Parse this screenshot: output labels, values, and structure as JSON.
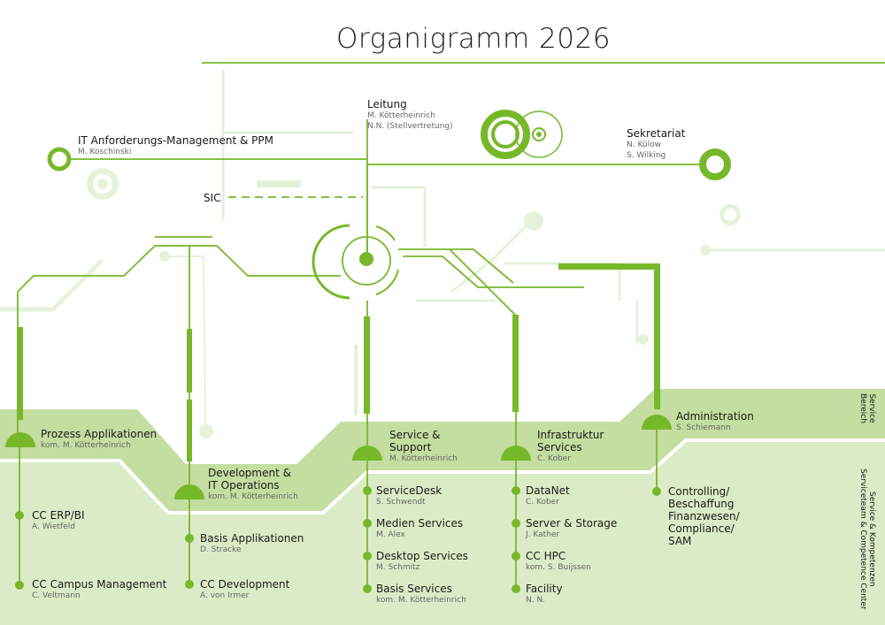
{
  "title": "Organigramm 2026",
  "colors": {
    "accent": "#76b82a",
    "band_dark": "#c3dea0",
    "band_light": "#dcebc7",
    "faint": "#e6f1d9"
  },
  "leitung": {
    "title": "Leitung",
    "people": [
      "M. Kötterheinrich",
      "N.N. (Stellvertretung)"
    ]
  },
  "sekretariat": {
    "title": "Sekretariat",
    "people": [
      "N. Külow",
      "S. Wilking"
    ]
  },
  "anforderung": {
    "title": "IT Anforderungs-Management & PPM",
    "people": [
      "M. Koschinski"
    ]
  },
  "sic": "SIC",
  "bands": {
    "service": {
      "label": [
        "Service",
        "Bereich"
      ]
    },
    "kompetenz": {
      "label": [
        "Service & Kompetenzen",
        "Serviceteam & Competence Center"
      ]
    }
  },
  "departments": [
    {
      "id": "prozess",
      "title": [
        "Prozess Applikationen"
      ],
      "lead": "kom. M. Kötterheinrich",
      "units": [
        {
          "name": "CC ERP/BI",
          "person": "A. Wietfeld"
        },
        {
          "name": "CC Campus Management",
          "person": "C. Veltmann"
        }
      ]
    },
    {
      "id": "development",
      "title": [
        "Development &",
        "IT Operations"
      ],
      "lead": "kom. M. Kötterheinrich",
      "units": [
        {
          "name": "Basis Applikationen",
          "person": "D. Stracke"
        },
        {
          "name": "CC Development",
          "person": "A. von Irmer"
        }
      ]
    },
    {
      "id": "service",
      "title": [
        "Service &",
        "Support"
      ],
      "lead": "M. Kötterheinrich",
      "units": [
        {
          "name": "ServiceDesk",
          "person": "S. Schwendt"
        },
        {
          "name": "Medien Services",
          "person": "M. Alex"
        },
        {
          "name": "Desktop Services",
          "person": "M. Schmitz"
        },
        {
          "name": "Basis Services",
          "person": "kom. M. Kötterheinrich"
        }
      ]
    },
    {
      "id": "infra",
      "title": [
        "Infrastruktur",
        "Services"
      ],
      "lead": "C. Kober",
      "units": [
        {
          "name": "DataNet",
          "person": "C. Kober"
        },
        {
          "name": "Server & Storage",
          "person": "J. Kather"
        },
        {
          "name": "CC HPC",
          "person": "kom. S. Buijssen"
        },
        {
          "name": "Facility",
          "person": "N. N."
        }
      ]
    },
    {
      "id": "admin",
      "title": [
        "Administration"
      ],
      "lead": "S. Schiemann",
      "units": [
        {
          "name": "Controlling/\nBeschaffung\nFinanzwesen/\nCompliance/\nSAM",
          "person": ""
        }
      ]
    }
  ]
}
